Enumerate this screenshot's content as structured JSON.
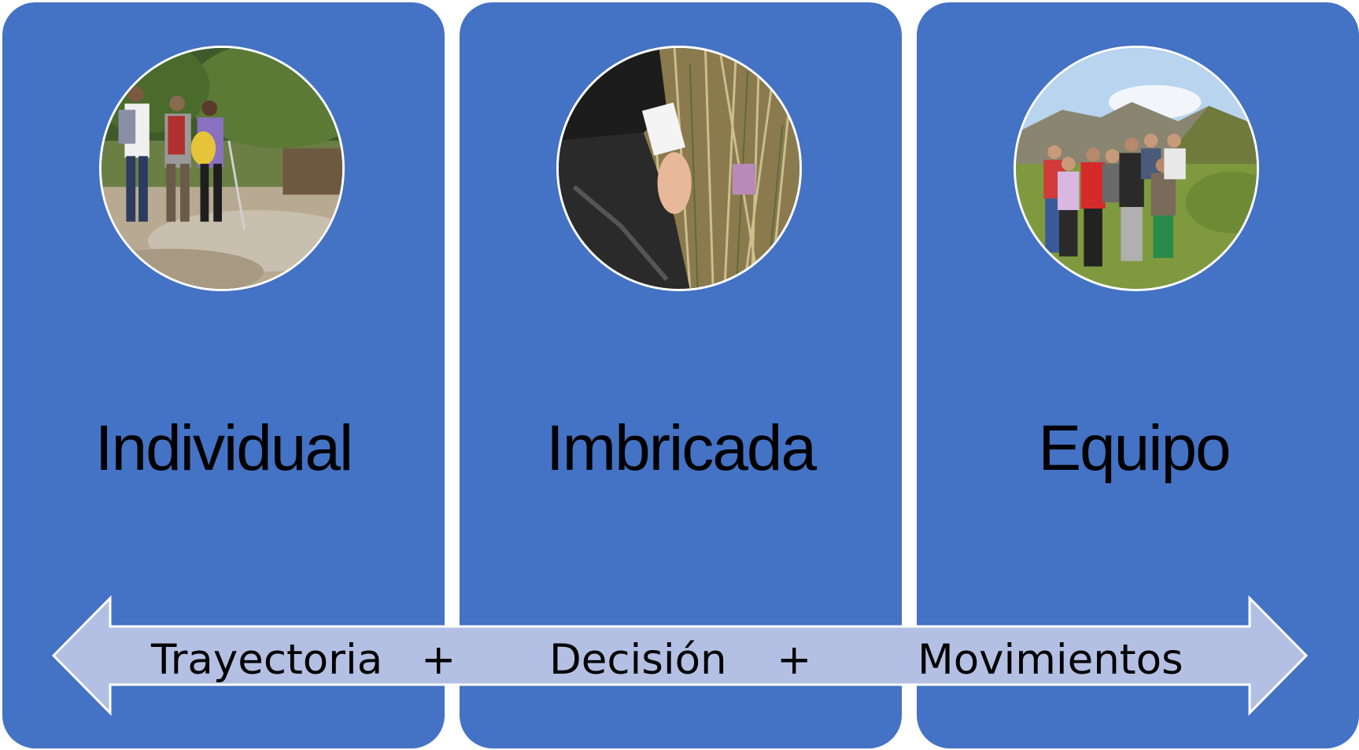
{
  "panels": [
    {
      "title": "Individual",
      "photo_icon": "hikers-photo"
    },
    {
      "title": "Imbricada",
      "photo_icon": "bandaged-hand-photo"
    },
    {
      "title": "Equipo",
      "photo_icon": "group-photo"
    }
  ],
  "axis": {
    "items": [
      "Trayectoria",
      "+",
      "Decisión",
      "+",
      "Movimientos"
    ]
  },
  "colors": {
    "panel": "#4472c4",
    "arrow": "#b4c0e3",
    "arrow_border": "#ffffff"
  }
}
